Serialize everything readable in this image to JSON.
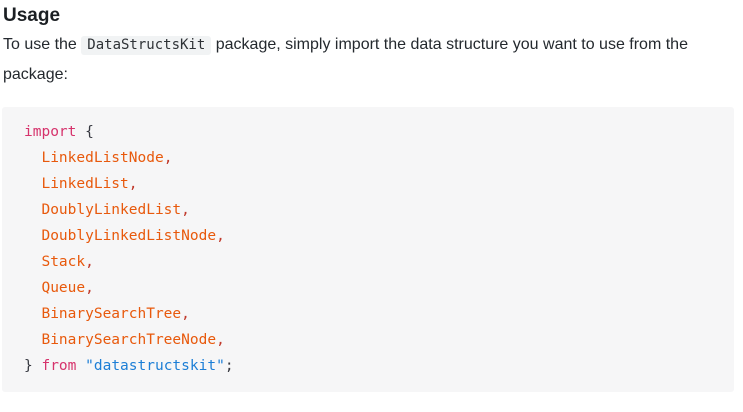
{
  "heading": {
    "title": "Usage"
  },
  "paragraph": {
    "text_before": "To use the ",
    "inline_code": "DataStructsKit",
    "text_after": " package, simply import the data structure you want to use from the package:"
  },
  "code_block": {
    "lines": [
      {
        "tokens": [
          {
            "text": "import",
            "type": "keyword"
          },
          {
            "text": " ",
            "type": "plain"
          },
          {
            "text": "{",
            "type": "punctuation"
          }
        ]
      },
      {
        "tokens": [
          {
            "text": "  ",
            "type": "plain"
          },
          {
            "text": "LinkedListNode",
            "type": "class-name"
          },
          {
            "text": ",",
            "type": "comma"
          }
        ]
      },
      {
        "tokens": [
          {
            "text": "  ",
            "type": "plain"
          },
          {
            "text": "LinkedList",
            "type": "class-name"
          },
          {
            "text": ",",
            "type": "comma"
          }
        ]
      },
      {
        "tokens": [
          {
            "text": "  ",
            "type": "plain"
          },
          {
            "text": "DoublyLinkedList",
            "type": "class-name"
          },
          {
            "text": ",",
            "type": "comma"
          }
        ]
      },
      {
        "tokens": [
          {
            "text": "  ",
            "type": "plain"
          },
          {
            "text": "DoublyLinkedListNode",
            "type": "class-name"
          },
          {
            "text": ",",
            "type": "comma"
          }
        ]
      },
      {
        "tokens": [
          {
            "text": "  ",
            "type": "plain"
          },
          {
            "text": "Stack",
            "type": "class-name"
          },
          {
            "text": ",",
            "type": "comma"
          }
        ]
      },
      {
        "tokens": [
          {
            "text": "  ",
            "type": "plain"
          },
          {
            "text": "Queue",
            "type": "class-name"
          },
          {
            "text": ",",
            "type": "comma"
          }
        ]
      },
      {
        "tokens": [
          {
            "text": "  ",
            "type": "plain"
          },
          {
            "text": "BinarySearchTree",
            "type": "class-name"
          },
          {
            "text": ",",
            "type": "comma"
          }
        ]
      },
      {
        "tokens": [
          {
            "text": "  ",
            "type": "plain"
          },
          {
            "text": "BinarySearchTreeNode",
            "type": "class-name"
          },
          {
            "text": ",",
            "type": "comma"
          }
        ]
      },
      {
        "tokens": [
          {
            "text": "}",
            "type": "punctuation"
          },
          {
            "text": " ",
            "type": "plain"
          },
          {
            "text": "from",
            "type": "keyword"
          },
          {
            "text": " ",
            "type": "plain"
          },
          {
            "text": "\"datastructskit\"",
            "type": "string"
          },
          {
            "text": ";",
            "type": "punctuation"
          }
        ]
      }
    ]
  },
  "colors": {
    "page_background": "#ffffff",
    "text": "#24292e",
    "code_block_background": "#f6f6f7",
    "inline_code_background": "#f1f3f4",
    "keyword": "#d6336c",
    "class_name": "#e8590c",
    "string": "#1c7ed6",
    "punctuation": "#383a42",
    "comma": "#c0392b"
  }
}
